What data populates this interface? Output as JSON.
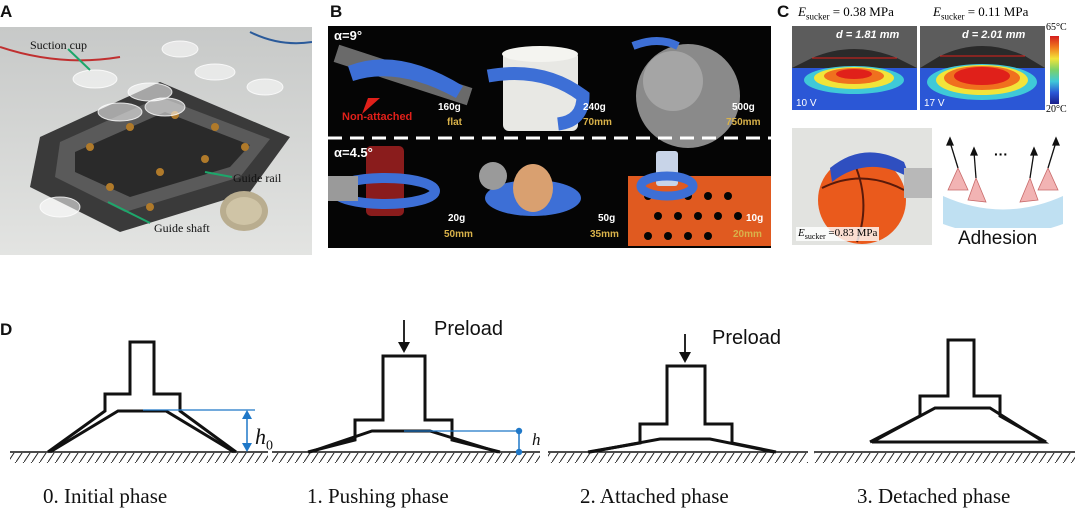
{
  "panels": {
    "a": {
      "letter": "A",
      "labels": {
        "suction_cup": "Suction cup",
        "guide_rail": "Guide rail",
        "guide_shaft": "Guide shaft"
      }
    },
    "b": {
      "letter": "B",
      "top_angle": "α=9°",
      "bottom_angle": "α=4.5°",
      "non_attached": "Non-attached",
      "cells": [
        {
          "mass": "160g",
          "size": "flat"
        },
        {
          "mass": "240g",
          "size": "70mm"
        },
        {
          "mass": "500g",
          "size": "750mm"
        },
        {
          "mass": "20g",
          "size": "50mm"
        },
        {
          "mass": "50g",
          "size": "35mm"
        },
        {
          "mass": "10g",
          "size": "20mm"
        }
      ]
    },
    "c": {
      "letter": "C",
      "e1": "E",
      "e1_sub": "sucker",
      "e1_val": " = 0.38 MPa",
      "e2": "E",
      "e2_sub": "sucker",
      "e2_val": " = 0.11 MPa",
      "d1": "d = 1.81 mm",
      "d2": "d = 2.01 mm",
      "v1": "10 V",
      "v2": "17 V",
      "temp_max": "65°C",
      "temp_min": "20°C",
      "e3": "E",
      "e3_sub": "sucker",
      "e3_val": " =0.83 MPa",
      "dots": "···",
      "adhesion": "Adhesion"
    },
    "d": {
      "letter": "D",
      "preload1": "Preload",
      "preload2": "Preload",
      "h0": "h",
      "h0_sub": "0",
      "h": "h",
      "captions": [
        "0. Initial phase",
        "1. Pushing phase",
        "2. Attached phase",
        "3. Detached phase"
      ]
    }
  },
  "colors": {
    "accent_blue": "#1f78c8",
    "arm_blue": "#3d6fd6",
    "red": "#e0201a",
    "gold": "#d9b24a"
  }
}
